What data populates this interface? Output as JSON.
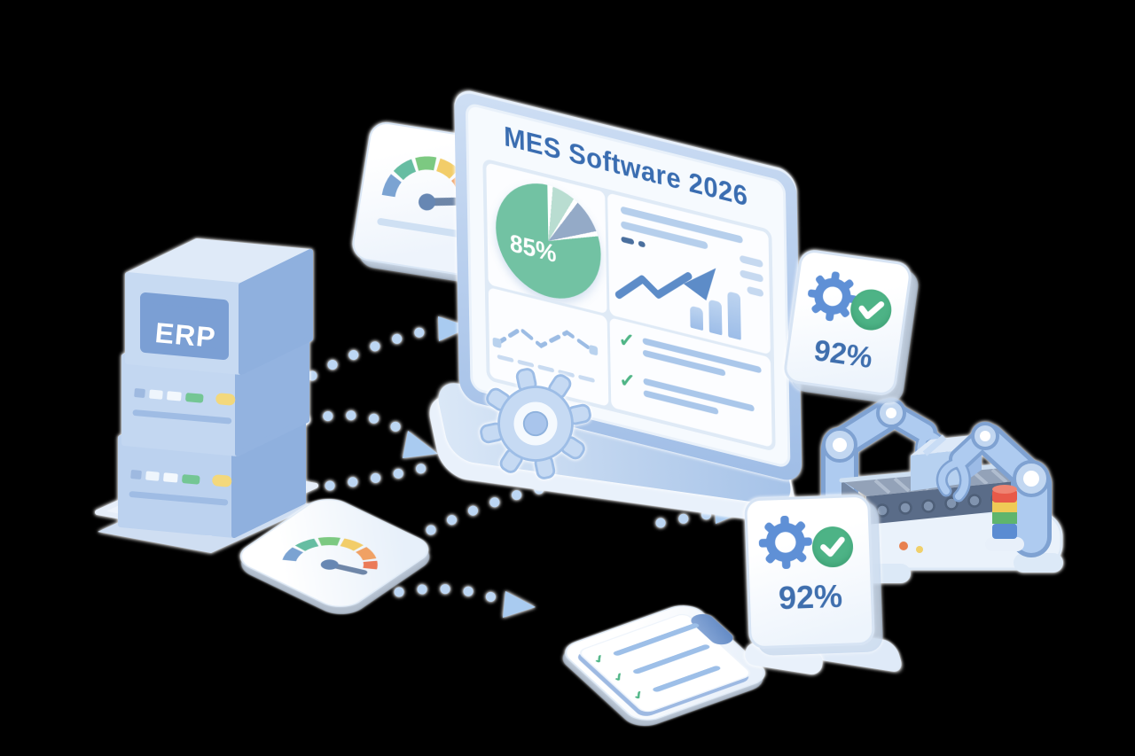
{
  "illustration": {
    "background_color": "#000000",
    "subject": "MES software integration illustration",
    "accent_color": "#3f6fae"
  },
  "erp_server": {
    "label": "ERP"
  },
  "monitor": {
    "title": "MES Software 2026",
    "pie_label": "85%"
  },
  "kpi_badge_top": {
    "value": "92%"
  },
  "kpi_badge_bottom": {
    "value": "92%"
  },
  "chart_data": [
    {
      "type": "pie",
      "values": [
        85,
        9,
        6
      ],
      "annotation": "85%",
      "colors": [
        "#72c2a3",
        "#b9ddd1",
        "#94aac7"
      ],
      "title": ""
    },
    {
      "type": "bar",
      "values": [
        1,
        2,
        3
      ],
      "note": "unlabeled ascending mini bar chart"
    },
    {
      "type": "line",
      "note": "upward zigzag trend arrow, unlabeled"
    }
  ],
  "gauges": {
    "segment_colors": [
      "#7ba3d2",
      "#66bda2",
      "#7cc981",
      "#f2cd69",
      "#f0a164",
      "#eb7a57"
    ],
    "needle_color": "#6e86a8"
  },
  "stack_light_colors": [
    "#e85a49",
    "#efca56",
    "#5fb56d",
    "#5b8cd2"
  ],
  "icons": {
    "erp": "server-stack-icon",
    "gauge": "speedometer-gauge-icon",
    "gear": "gear-icon",
    "check": "check-circle-icon",
    "robot": "robot-arm-icon",
    "conveyor": "conveyor-belt-icon",
    "clipboard": "checklist-clipboard-icon",
    "arrows": "dotted-flow-arrow-icon"
  }
}
